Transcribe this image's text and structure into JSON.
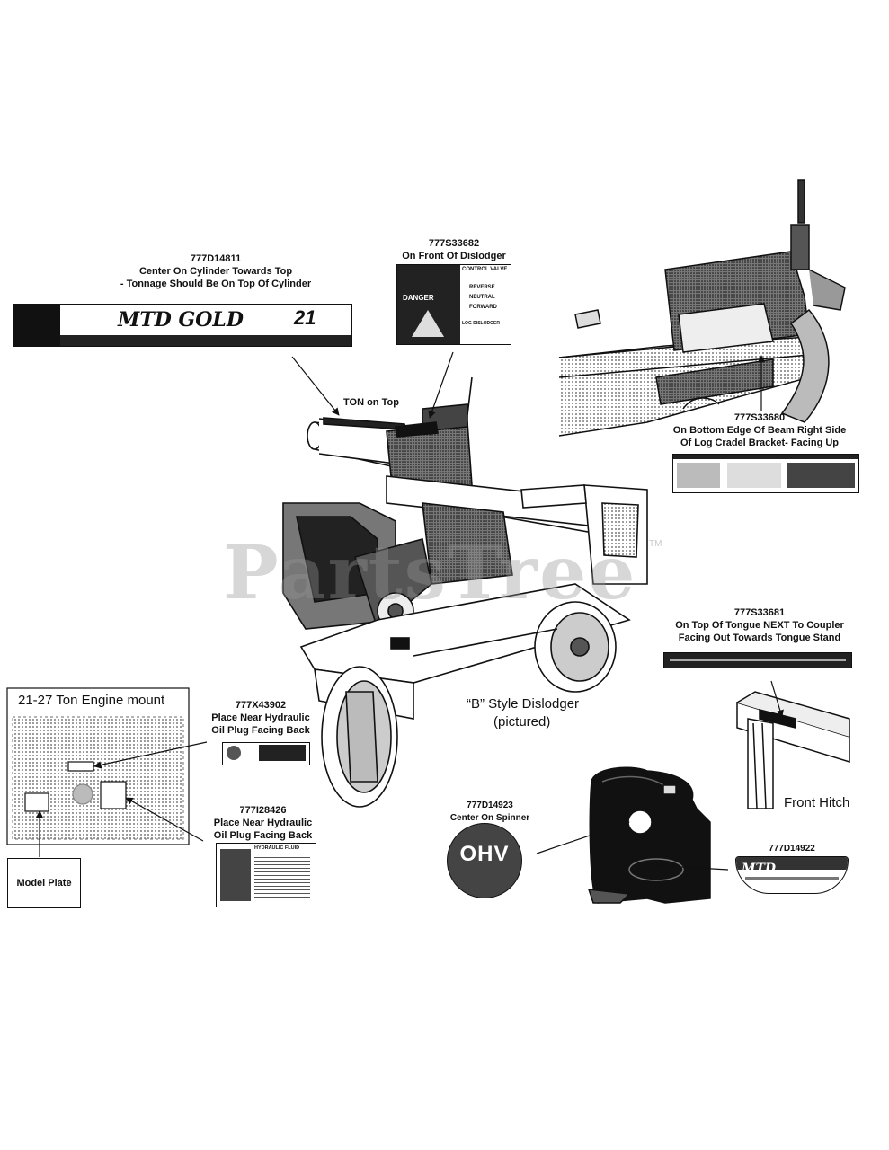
{
  "watermark": "PartsTree",
  "watermark_tm": "TM",
  "callouts": [
    {
      "id": "d14811",
      "part": "777D14811",
      "lines": [
        "Center On Cylinder Towards Top",
        "- Tonnage Should Be On Top Of Cylinder"
      ]
    },
    {
      "id": "s33682",
      "part": "777S33682",
      "lines": [
        "On Front Of Dislodger"
      ]
    },
    {
      "id": "s33680",
      "part": "777S33680",
      "lines": [
        "On Bottom Edge Of Beam Right Side",
        "Of Log Cradel Bracket- Facing Up"
      ]
    },
    {
      "id": "s33681",
      "part": "777S33681",
      "lines": [
        "On Top Of Tongue NEXT To Coupler",
        "Facing Out Towards Tongue Stand"
      ]
    },
    {
      "id": "x43902",
      "part": "777X43902",
      "lines": [
        "Place Near Hydraulic",
        "Oil Plug Facing Back"
      ]
    },
    {
      "id": "i28426",
      "part": "777I28426",
      "lines": [
        "Place Near Hydraulic",
        "Oil Plug Facing Back"
      ]
    },
    {
      "id": "d14923",
      "part": "777D14923",
      "lines": [
        "Center On Spinner"
      ]
    },
    {
      "id": "d14922",
      "part": "777D14922",
      "lines": []
    }
  ],
  "notes": {
    "ton_on_top": "TON on Top",
    "dislodger_style": "“B” Style Dislodger",
    "dislodger_pictured": "(pictured)",
    "front_hitch": "Front Hitch",
    "engine_mount_title": "21-27 Ton Engine mount",
    "model_plate": "Model Plate"
  },
  "decal_text": {
    "mtd_gold": "MTD GOLD",
    "tonnage": "21",
    "control_valve": "CONTROL VALVE",
    "reverse": "REVERSE",
    "neutral": "NEUTRAL",
    "forward": "FORWARD",
    "log_dislodger": "LOG DISLODGER",
    "danger": "DANGER",
    "hydraulic_fluid": "HYDRAULIC FLUID",
    "ohv": "OHV",
    "mtd": "MTD"
  }
}
